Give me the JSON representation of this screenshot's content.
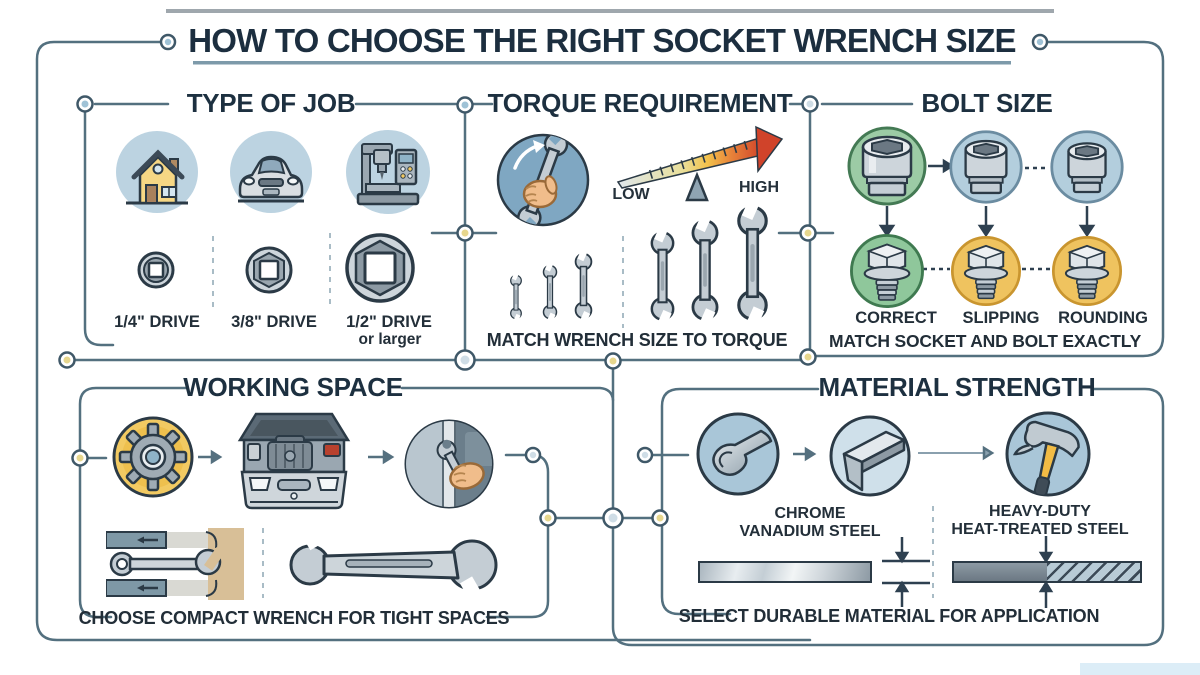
{
  "title": "HOW TO CHOOSE THE RIGHT SOCKET WRENCH SIZE",
  "palette": {
    "line": "#53707f",
    "heading_text": "#1d3040",
    "node_yellow": "#e7d78e",
    "node_blue": "#9fc2d6",
    "circle_blue": "#bcd3e1",
    "correct_green": "#9ccba5",
    "warn_amber": "#efc35f",
    "gauge_red": "#d0432a"
  },
  "type_of_job": {
    "heading": "TYPE OF JOB",
    "icons": [
      "house-icon",
      "car-icon",
      "drill-press-icon"
    ],
    "drives": [
      {
        "label": "1/4\" DRIVE"
      },
      {
        "label": "3/8\" DRIVE"
      },
      {
        "label": "1/2\" DRIVE",
        "sublabel": "or larger"
      }
    ]
  },
  "torque": {
    "heading": "TORQUE REQUIREMENT",
    "gauge_low": "LOW",
    "gauge_high": "HIGH",
    "caption": "MATCH WRENCH SIZE TO TORQUE"
  },
  "bolt_size": {
    "heading": "BOLT SIZE",
    "outcomes": [
      "CORRECT",
      "SLIPPING",
      "ROUNDING"
    ],
    "caption": "MATCH SOCKET AND BOLT EXACTLY"
  },
  "working_space": {
    "heading": "WORKING SPACE",
    "icons": [
      "gear-icon",
      "engine-bay-icon",
      "hand-tight-space-icon"
    ],
    "caption": "CHOOSE COMPACT WRENCH FOR TIGHT SPACES"
  },
  "material_strength": {
    "heading": "MATERIAL STRENGTH",
    "icons": [
      "rolled-steel-icon",
      "angle-steel-icon",
      "hammer-icon"
    ],
    "material_left_line1": "CHROME",
    "material_left_line2": "VANADIUM STEEL",
    "material_right_line1": "HEAVY-DUTY",
    "material_right_line2": "HEAT-TREATED STEEL",
    "caption": "SELECT DURABLE MATERIAL FOR APPLICATION"
  }
}
